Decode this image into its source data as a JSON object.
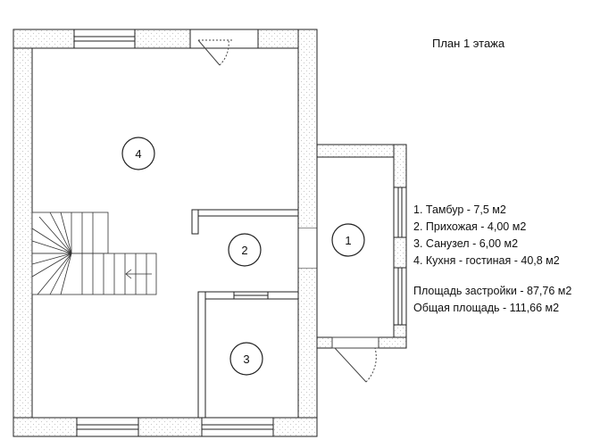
{
  "title": "План 1 этажа",
  "rooms": [
    {
      "number": "1",
      "label": "1. Тамбур - 7,5 м2"
    },
    {
      "number": "2",
      "label": "2. Прихожая - 4,00 м2"
    },
    {
      "number": "3",
      "label": "3. Санузел - 6,00 м2"
    },
    {
      "number": "4",
      "label": "4. Кухня - гостиная - 40,8 м2"
    }
  ],
  "areas": {
    "built": "Площадь застройки - 87,76 м2",
    "total": "Общая площадь - 111,66 м2"
  },
  "colors": {
    "wall_fill": "#ffffff",
    "wall_hatch": "#d4d4d4",
    "line": "#222222"
  }
}
